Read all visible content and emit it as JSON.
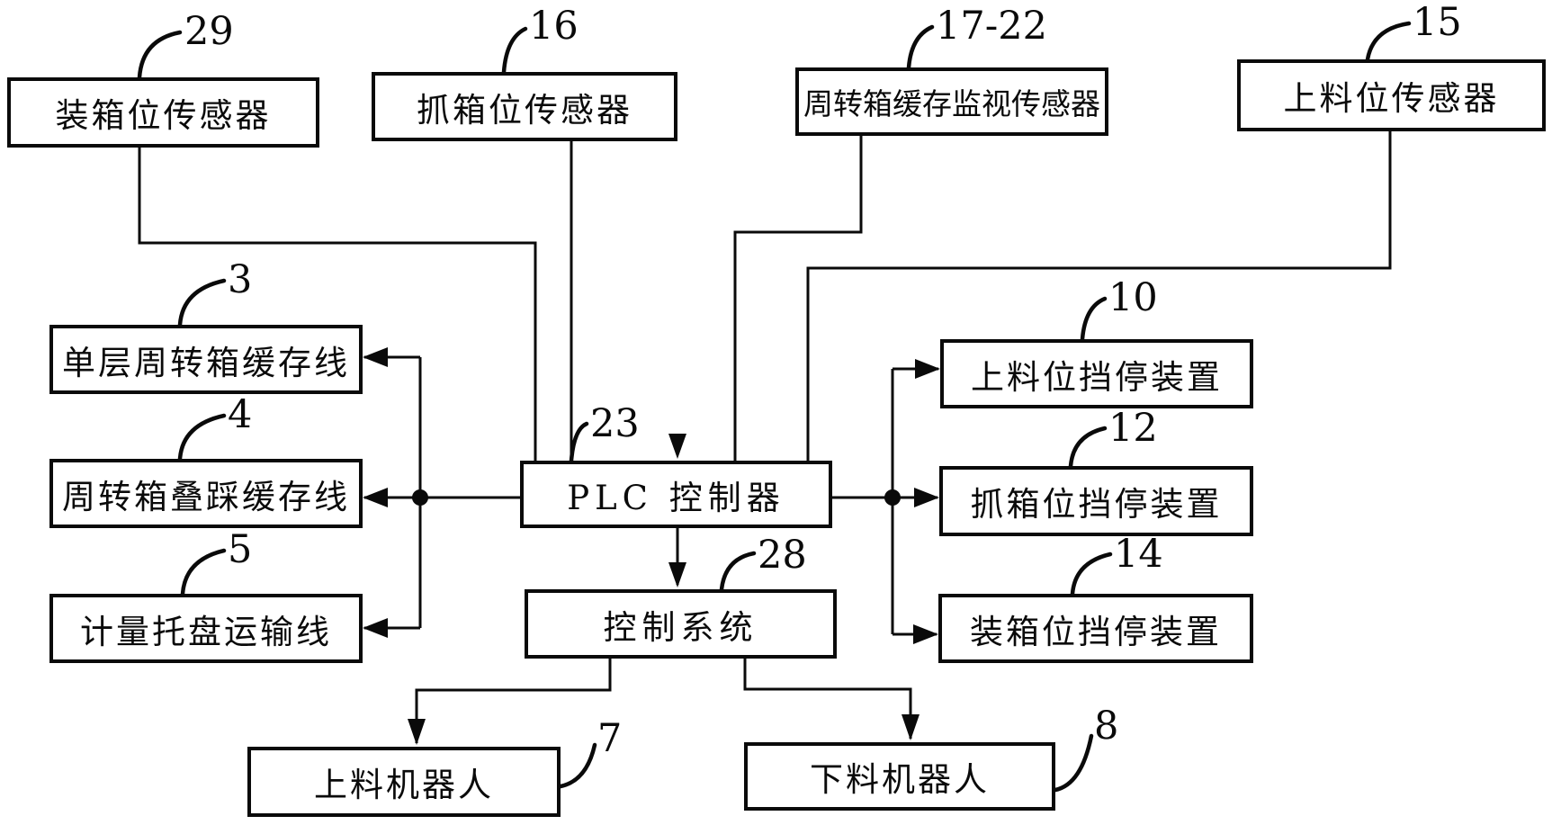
{
  "page": {
    "background": "#ffffff",
    "ink": "#0a0a0a",
    "type": "patent-block-diagram"
  },
  "diagram": {
    "nodes": {
      "b29": {
        "ref": "29",
        "label": "装箱位传感器"
      },
      "b16": {
        "ref": "16",
        "label": "抓箱位传感器"
      },
      "b1722": {
        "ref": "17-22",
        "label": "周转箱缓存监视传感器"
      },
      "b15": {
        "ref": "15",
        "label": "上料位传感器"
      },
      "b3": {
        "ref": "3",
        "label": "单层周转箱缓存线"
      },
      "b4": {
        "ref": "4",
        "label": "周转箱叠踩缓存线"
      },
      "b5": {
        "ref": "5",
        "label": "计量托盘运输线"
      },
      "plc": {
        "ref": "23",
        "label": "PLC 控制器"
      },
      "ctrl": {
        "ref": "28",
        "label": "控制系统"
      },
      "b10": {
        "ref": "10",
        "label": "上料位挡停装置"
      },
      "b12": {
        "ref": "12",
        "label": "抓箱位挡停装置"
      },
      "b14": {
        "ref": "14",
        "label": "装箱位挡停装置"
      },
      "r7": {
        "ref": "7",
        "label": "上料机器人"
      },
      "r8": {
        "ref": "8",
        "label": "下料机器人"
      }
    },
    "edges": [
      {
        "from": "b29",
        "to": "plc",
        "arrow": false
      },
      {
        "from": "b16",
        "to": "plc",
        "arrow": false
      },
      {
        "from": "b1722",
        "to": "plc",
        "arrow": false
      },
      {
        "from": "b15",
        "to": "plc",
        "arrow": false
      },
      {
        "from": "plc",
        "to": "b3",
        "arrow": true
      },
      {
        "from": "plc",
        "to": "b4",
        "arrow": true
      },
      {
        "from": "plc",
        "to": "b5",
        "arrow": true
      },
      {
        "from": "plc",
        "to": "b10",
        "arrow": true
      },
      {
        "from": "plc",
        "to": "b12",
        "arrow": true
      },
      {
        "from": "plc",
        "to": "b14",
        "arrow": true
      },
      {
        "from": "plc",
        "to": "ctrl",
        "arrow": true
      },
      {
        "from": "ctrl",
        "to": "r7",
        "arrow": true
      },
      {
        "from": "ctrl",
        "to": "r8",
        "arrow": true
      }
    ]
  }
}
